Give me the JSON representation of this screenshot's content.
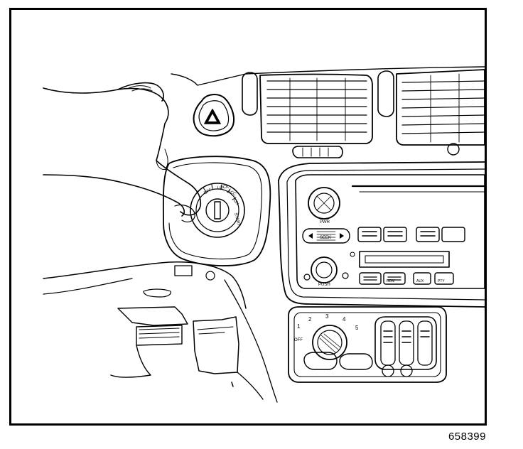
{
  "figure": {
    "id_label": "658399"
  },
  "ignition": {
    "positions": [
      "OFF",
      "LOCK",
      "ACC",
      "ON",
      "START"
    ]
  },
  "radio": {
    "button_seek": "SEEK",
    "button_pwr": "PWR",
    "button_push": "PUSH",
    "button_aux": "AUX",
    "button_pty": "PTY",
    "button_rdm": "RDM"
  },
  "fan_control": {
    "positions": [
      "OFF",
      "1",
      "2",
      "3",
      "4",
      "5"
    ]
  },
  "colors": {
    "ink": "#000000",
    "paper": "#ffffff"
  },
  "icons": [
    "hazard-triangle-icon",
    "ignition-key-icon"
  ]
}
